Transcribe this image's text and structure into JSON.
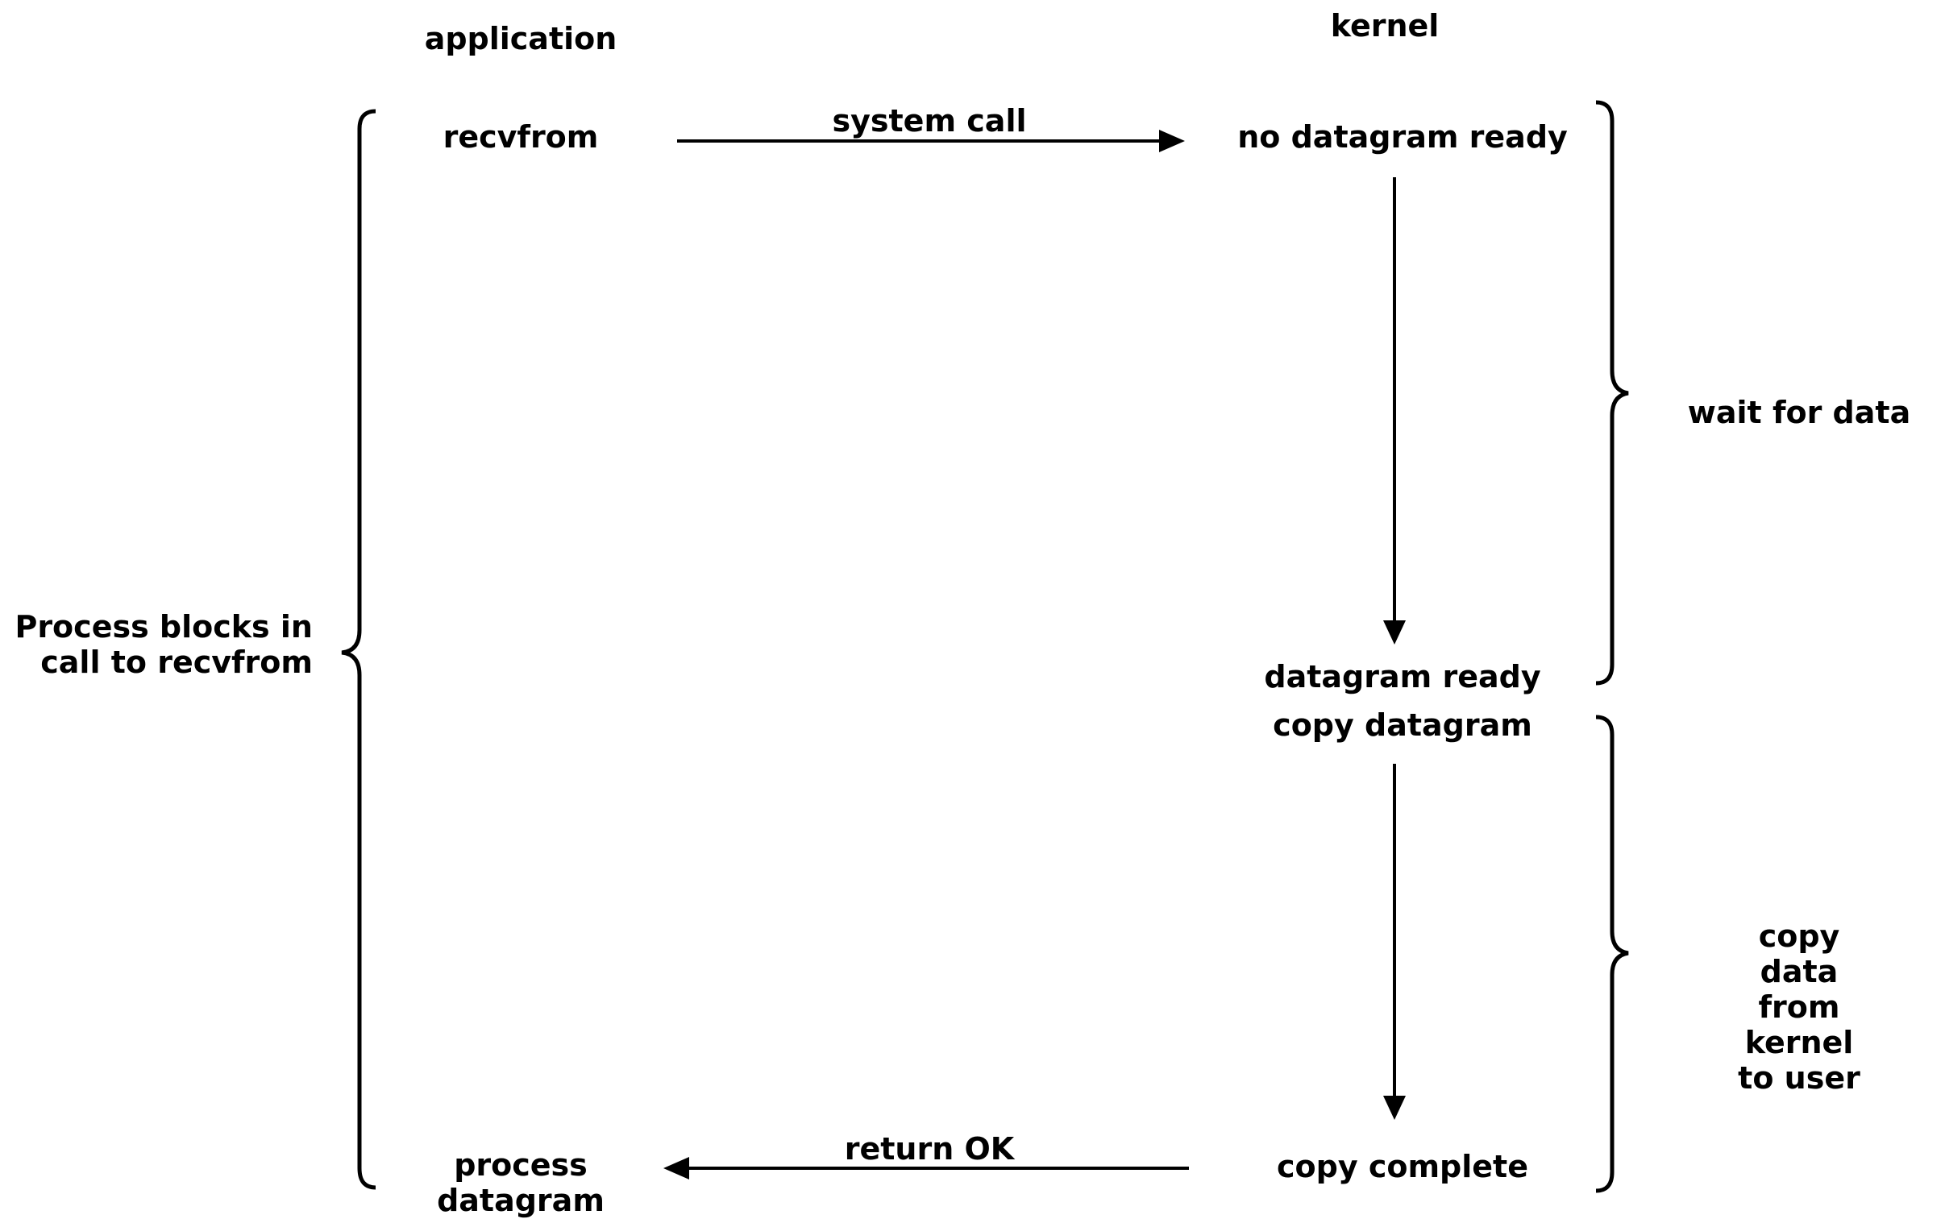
{
  "columns": {
    "application": "application",
    "kernel": "kernel"
  },
  "application": {
    "recvfrom": "recvfrom",
    "process_datagram_line1": "process",
    "process_datagram_line2": "datagram"
  },
  "kernel": {
    "no_datagram_ready": "no datagram ready",
    "datagram_ready": "datagram ready",
    "copy_datagram": "copy datagram",
    "copy_complete": "copy complete"
  },
  "arrows": {
    "system_call": "system call",
    "return_ok": "return OK"
  },
  "brackets": {
    "blocks_line1": "Process blocks in",
    "blocks_line2": "call to recvfrom",
    "wait_for_data": "wait for data",
    "copy_line1": "copy data from",
    "copy_line2": "kernel to user"
  },
  "colors": {
    "stroke": "#000000",
    "background": "#ffffff"
  }
}
